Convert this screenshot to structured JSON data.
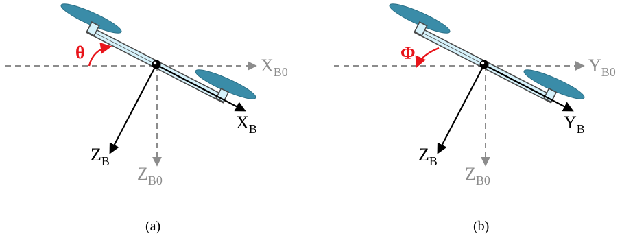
{
  "colors": {
    "propeller": "#3a8ca8",
    "arm_fill": "#d6f2fb",
    "arm_stroke": "#4a4a4a",
    "axis_body": "#000000",
    "axis_ref": "#8c8c8c",
    "angle": "#e8141a"
  },
  "panels": [
    {
      "caption": "(a)",
      "angle_symbol": "θ",
      "x_ref": {
        "main": "X",
        "sub": "B0"
      },
      "x_body": {
        "main": "X",
        "sub": "B"
      },
      "z_ref": {
        "main": "Z",
        "sub": "B0"
      },
      "z_body": {
        "main": "Z",
        "sub": "B"
      }
    },
    {
      "caption": "(b)",
      "angle_symbol": "Φ",
      "x_ref": {
        "main": "Y",
        "sub": "B0"
      },
      "x_body": {
        "main": "Y",
        "sub": "B"
      },
      "z_ref": {
        "main": "Z",
        "sub": "B0"
      },
      "z_body": {
        "main": "Z",
        "sub": "B"
      }
    }
  ]
}
